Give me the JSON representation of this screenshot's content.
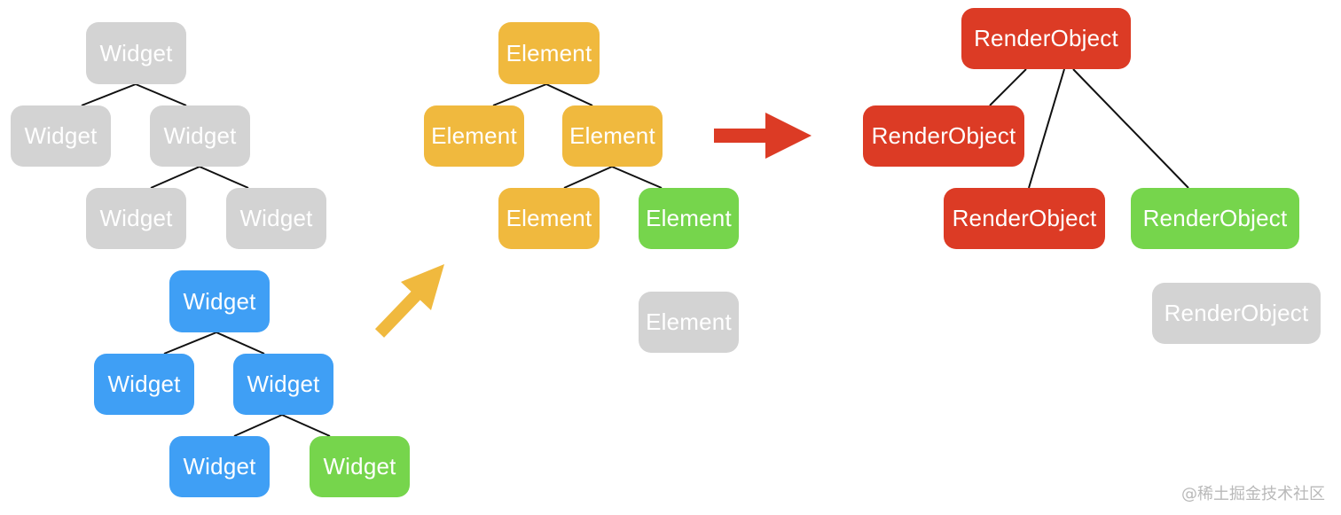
{
  "colors": {
    "gray": "#d3d3d3",
    "blue": "#3f9ff5",
    "orange": "#f0b93e",
    "green": "#76d54c",
    "red": "#dc3b25",
    "line": "#111111"
  },
  "widget_tree_old": {
    "root": "Widget",
    "left": "Widget",
    "right": "Widget",
    "right_left": "Widget",
    "right_right": "Widget"
  },
  "widget_tree_new": {
    "root": "Widget",
    "left": "Widget",
    "right": "Widget",
    "right_left": "Widget",
    "right_right": "Widget"
  },
  "element_tree": {
    "root": "Element",
    "left": "Element",
    "right": "Element",
    "right_left": "Element",
    "right_right": "Element",
    "detached": "Element"
  },
  "render_tree": {
    "root": "RenderObject",
    "left": "RenderObject",
    "bottom_middle": "RenderObject",
    "bottom_right": "RenderObject",
    "detached": "RenderObject"
  },
  "watermark": "@稀土掘金技术社区"
}
